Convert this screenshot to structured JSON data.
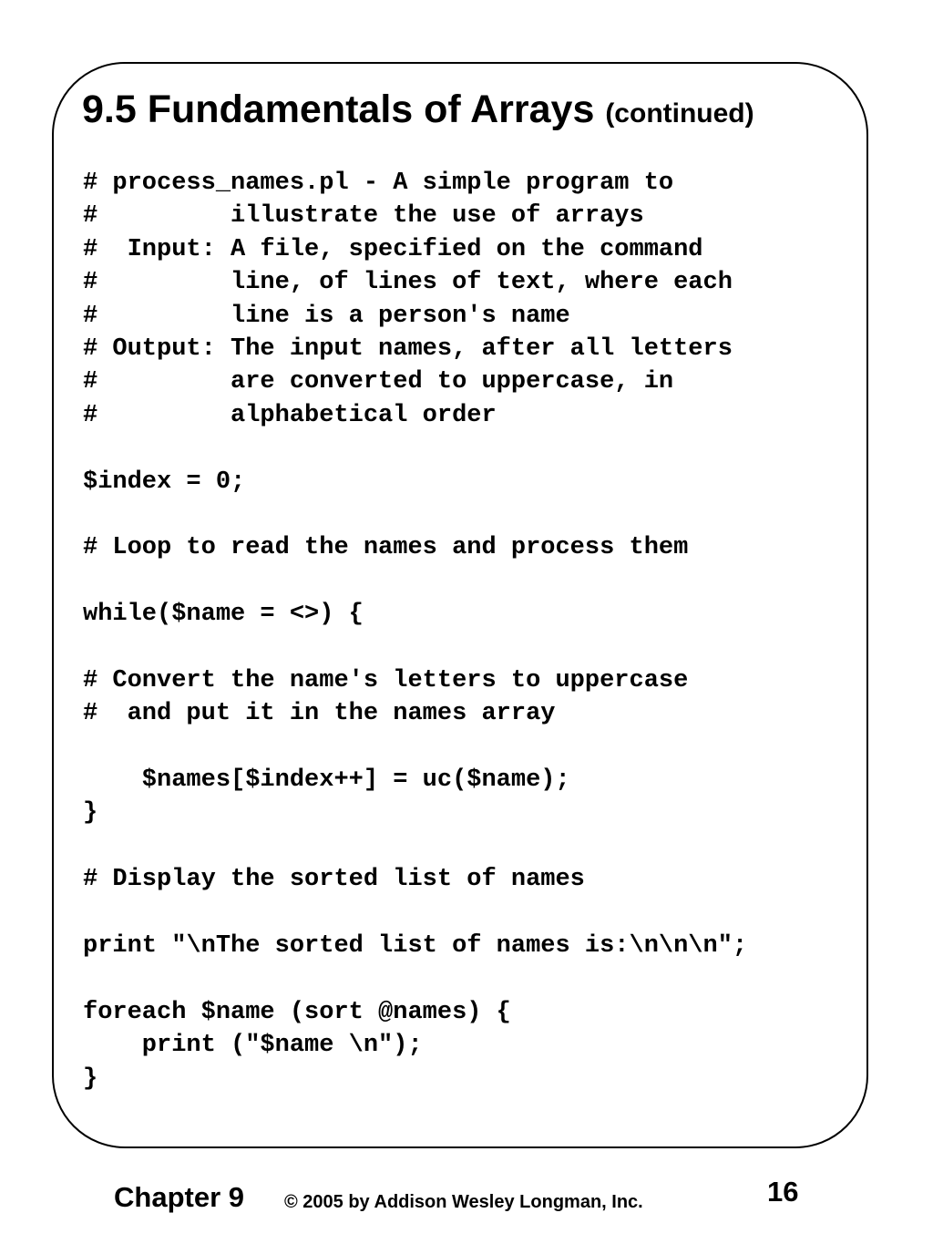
{
  "slide": {
    "title": "9.5 Fundamentals of Arrays",
    "title_suffix": "(continued)",
    "code_lines": [
      "# process_names.pl - A simple program to",
      "#         illustrate the use of arrays",
      "#  Input: A file, specified on the command",
      "#         line, of lines of text, where each",
      "#         line is a person's name",
      "# Output: The input names, after all letters",
      "#         are converted to uppercase, in",
      "#         alphabetical order",
      "",
      "$index = 0;",
      "",
      "# Loop to read the names and process them",
      "",
      "while($name = <>) {",
      "",
      "# Convert the name's letters to uppercase",
      "#  and put it in the names array",
      "",
      "    $names[$index++] = uc($name);",
      "}",
      "",
      "# Display the sorted list of names",
      "",
      "print \"\\nThe sorted list of names is:\\n\\n\\n\";",
      "",
      "foreach $name (sort @names) {",
      "    print (\"$name \\n\");",
      "}"
    ]
  },
  "footer": {
    "chapter": "Chapter 9",
    "copyright": "© 2005 by Addison Wesley Longman, Inc.",
    "page_number": "16"
  }
}
